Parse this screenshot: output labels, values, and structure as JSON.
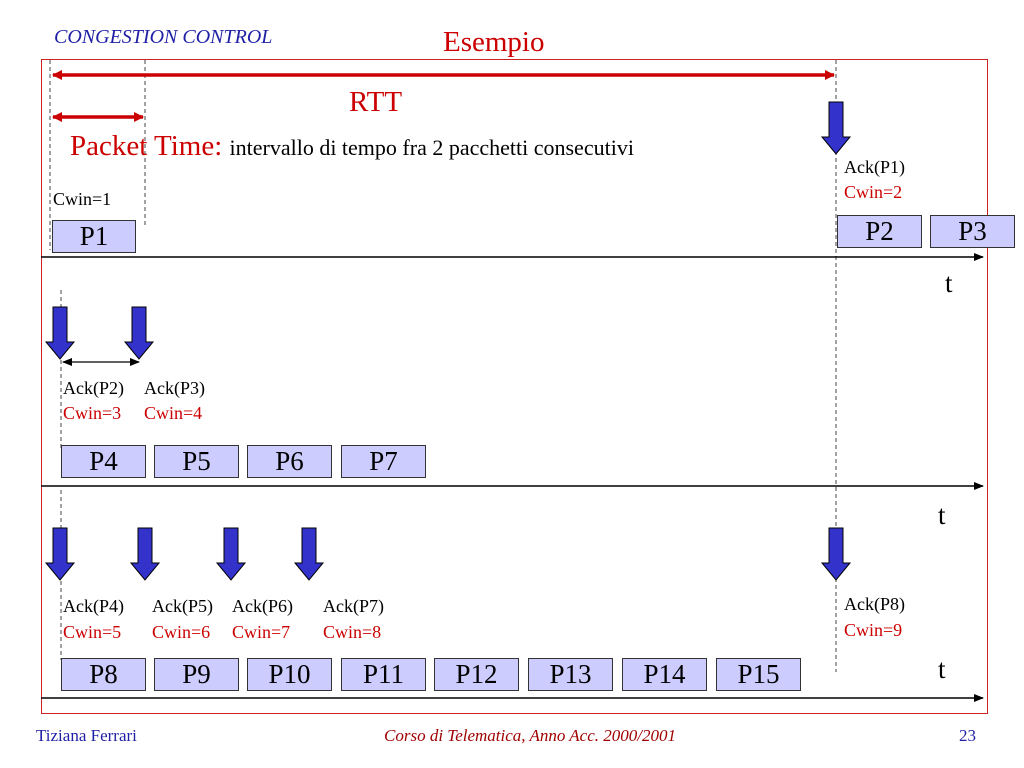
{
  "header": {
    "section": "CONGESTION CONTROL",
    "title": "Esempio"
  },
  "diagram": {
    "rtt_label": "RTT",
    "packet_time_label": "Packet Time:",
    "packet_time_desc": "intervallo di tempo fra 2 pacchetti consecutivi",
    "time_axis_label": "t",
    "row1": {
      "cwin_initial": "Cwin=1",
      "packets": [
        "P1",
        "P2",
        "P3"
      ],
      "acks": [
        {
          "ack": "Ack(P1)",
          "cwin": "Cwin=2"
        }
      ]
    },
    "row2": {
      "packets": [
        "P4",
        "P5",
        "P6",
        "P7"
      ],
      "acks": [
        {
          "ack": "Ack(P2)",
          "cwin": "Cwin=3"
        },
        {
          "ack": "Ack(P3)",
          "cwin": "Cwin=4"
        }
      ]
    },
    "row3": {
      "packets": [
        "P8",
        "P9",
        "P10",
        "P11",
        "P12",
        "P13",
        "P14",
        "P15"
      ],
      "acks": [
        {
          "ack": "Ack(P4)",
          "cwin": "Cwin=5"
        },
        {
          "ack": "Ack(P5)",
          "cwin": "Cwin=6"
        },
        {
          "ack": "Ack(P6)",
          "cwin": "Cwin=7"
        },
        {
          "ack": "Ack(P7)",
          "cwin": "Cwin=8"
        },
        {
          "ack": "Ack(P8)",
          "cwin": "Cwin=9"
        }
      ]
    }
  },
  "footer": {
    "author": "Tiziana Ferrari",
    "course": "Corso di Telematica, Anno Acc. 2000/2001",
    "page": "23"
  },
  "colors": {
    "accent_red": "#cc0000",
    "header_blue": "#1f1fa6",
    "packet_fill": "#ccccff",
    "ack_arrow": "#3333cc"
  }
}
